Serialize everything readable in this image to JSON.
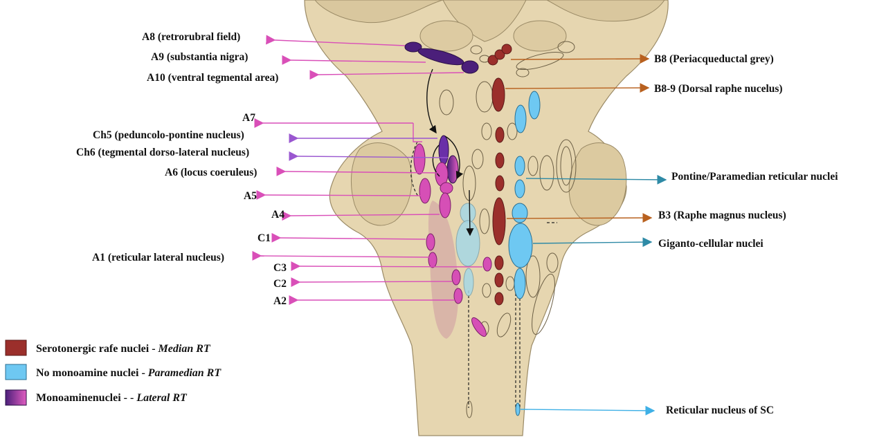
{
  "colors": {
    "serotonergic": "#9b2f2b",
    "paramedian": "#6ec8f2",
    "monoamine_purple": "#4b1f7a",
    "monoamine_pink": "#d64fb6",
    "arrow_pink": "#d94fb8",
    "arrow_purple": "#9a57d0",
    "arrow_brown": "#b8611f",
    "arrow_teal": "#2e8aa6",
    "arrow_blue": "#3fb0e6",
    "brainstem_fill": "#e6d6b0",
    "brainstem_stroke": "#9a8a66"
  },
  "labels": {
    "a8": "A8 (retrorubral field)",
    "a9": "A9 (substantia nigra)",
    "a10": "A10 (ventral tegmental area)",
    "a7": "A7",
    "ch5": "Ch5 (peduncolo-pontine nucleus)",
    "ch6": "Ch6 (tegmental dorso-lateral nucleus)",
    "a6": "A6 (locus coeruleus)",
    "a5": "A5",
    "a4": "A4",
    "c1": "C1",
    "a1": "A1 (reticular lateral nucleus)",
    "c3": "C3",
    "c2": "C2",
    "a2": "A2",
    "b8": "B8 (Periacqueductal grey)",
    "b89": "B8-9 (Dorsal raphe nucelus)",
    "pontine": "Pontine/Paramedian reticular nuclei",
    "b3": "B3 (Raphe magnus nucleus)",
    "giganto": "Giganto-cellular nuclei",
    "reticular_sc": "Reticular nucleus of SC"
  },
  "legend": [
    {
      "text": "Serotonergic rafe nuclei - ",
      "italic": "Median RT",
      "color": "serotonergic"
    },
    {
      "text": "No monoamine nuclei - ",
      "italic": "Paramedian RT",
      "color": "paramedian"
    },
    {
      "text": "Monoaminenuclei - - ",
      "italic": "Lateral RT",
      "color": "monoamine"
    }
  ]
}
